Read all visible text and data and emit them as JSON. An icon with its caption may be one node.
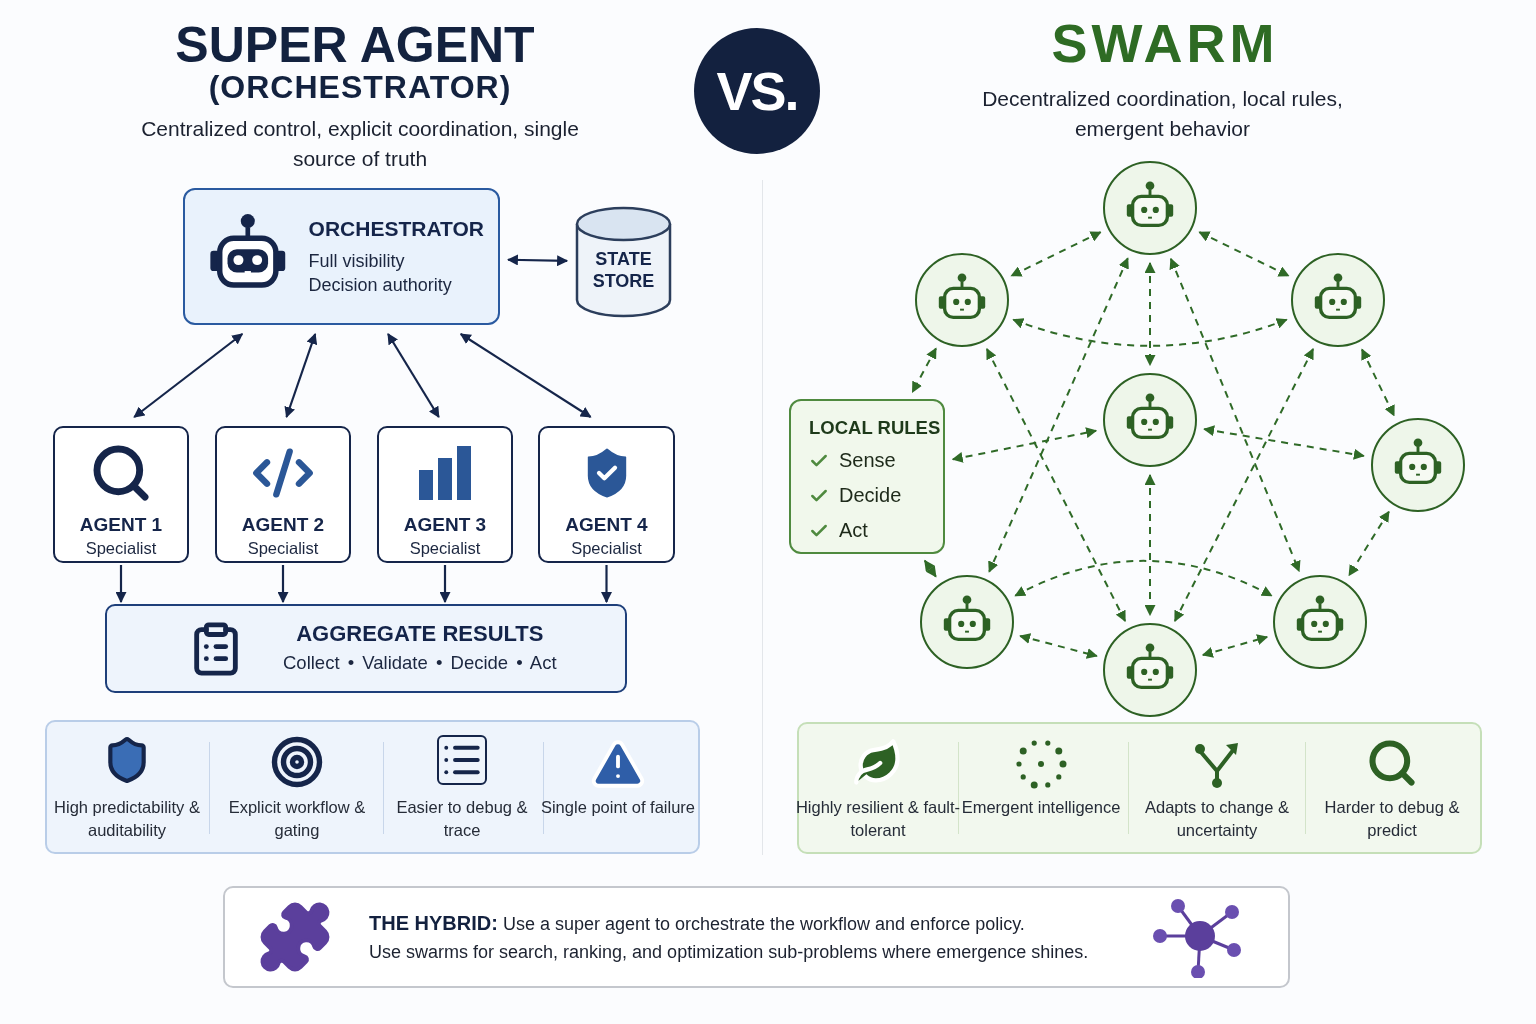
{
  "diagram": {
    "nodes": [
      {
        "text": [
          "ORCHESTRATOR",
          "Full visibility",
          "Decision authority"
        ]
      },
      {
        "text": [
          "STATE STORE"
        ]
      },
      {
        "text": [
          "AGENT 1",
          "Specialist"
        ]
      },
      {
        "text": [
          "AGENT 2",
          "Specialist"
        ]
      },
      {
        "text": [
          "AGENT 3",
          "Specialist"
        ]
      },
      {
        "text": [
          "AGENT 4",
          "Specialist"
        ]
      },
      {
        "text": [
          "AGGREGATE RESULTS",
          "Collect • Validate • Decide • Act"
        ]
      },
      {
        "text": [
          "LOCAL RULES",
          "Sense",
          "Decide",
          "Act"
        ]
      },
      {
        "text": [],
        "shape": "circle"
      },
      {
        "text": [],
        "shape": "circle"
      },
      {
        "text": [],
        "shape": "circle"
      },
      {
        "text": [],
        "shape": "circle"
      },
      {
        "text": [],
        "shape": "circle"
      },
      {
        "text": [],
        "shape": "circle"
      },
      {
        "text": [],
        "shape": "circle"
      },
      {
        "text": [],
        "shape": "circle"
      }
    ],
    "edges": [
      {
        "from": 0,
        "to": 1,
        "arrow": "both",
        "color": "#15254a"
      },
      {
        "from": 0,
        "to": 2,
        "arrow": "both",
        "color": "#15254a"
      },
      {
        "from": 0,
        "to": 3,
        "arrow": "both",
        "color": "#15254a"
      },
      {
        "from": 0,
        "to": 4,
        "arrow": "both",
        "color": "#15254a"
      },
      {
        "from": 0,
        "to": 5,
        "arrow": "both",
        "color": "#15254a"
      },
      {
        "from": 2,
        "to": 6,
        "arrow": "to",
        "color": "#15254a"
      },
      {
        "from": 3,
        "to": 6,
        "arrow": "to",
        "color": "#15254a"
      },
      {
        "from": 4,
        "to": 6,
        "arrow": "to",
        "color": "#15254a"
      },
      {
        "from": 5,
        "to": 6,
        "arrow": "to",
        "color": "#15254a"
      },
      {
        "from": 8,
        "to": 9,
        "arrow": "both",
        "style": "dashed"
      },
      {
        "from": 8,
        "to": 10,
        "arrow": "both",
        "style": "dashed"
      },
      {
        "from": 9,
        "to": 10,
        "arrow": "both",
        "style": "dashed"
      },
      {
        "from": 8,
        "to": 11,
        "arrow": "both",
        "style": "dashed"
      },
      {
        "from": 9,
        "to": 7,
        "arrow": "both",
        "style": "dashed"
      },
      {
        "from": 10,
        "to": 12,
        "arrow": "both",
        "style": "dashed"
      },
      {
        "from": 7,
        "to": 11,
        "arrow": "both",
        "style": "dashed"
      },
      {
        "from": 11,
        "to": 12,
        "arrow": "both",
        "style": "dashed"
      },
      {
        "from": 8,
        "to": 13,
        "arrow": "both",
        "style": "dashed"
      },
      {
        "from": 8,
        "to": 15,
        "arrow": "both",
        "style": "dashed"
      },
      {
        "from": 9,
        "to": 14,
        "arrow": "both",
        "style": "dashed"
      },
      {
        "from": 10,
        "to": 14,
        "arrow": "both",
        "style": "dashed"
      },
      {
        "from": 11,
        "to": 14,
        "arrow": "both",
        "style": "dashed"
      },
      {
        "from": 13,
        "to": 15,
        "arrow": "both",
        "style": "dashed"
      },
      {
        "from": 7,
        "to": 13,
        "arrow": "both",
        "style": "dashed"
      },
      {
        "from": 12,
        "to": 15,
        "arrow": "both",
        "style": "dashed"
      },
      {
        "from": 13,
        "to": 14,
        "arrow": "both",
        "style": "dashed"
      },
      {
        "from": 14,
        "to": 15,
        "arrow": "both",
        "style": "dashed"
      }
    ],
    "labels": [
      "SUPER AGENT",
      "(ORCHESTRATOR)",
      "Centralized control, explicit coordination, single source of truth",
      "VS.",
      "SWARM",
      "Decentralized coordination, local rules, emergent behavior",
      "High predictability & auditability",
      "Explicit workflow & gating",
      "Easier to debug & trace",
      "Single point of failure",
      "Highly resilient & fault-tolerant",
      "Emergent intelligence",
      "Adapts to change & uncertainty",
      "Harder to debug & predict",
      "**THE HYBRID:**  Use a super agent to orchestrate the workflow and enforce policy.",
      "Use swarms for search, ranking, and optimization sub-problems where emergence shines."
    ]
  }
}
